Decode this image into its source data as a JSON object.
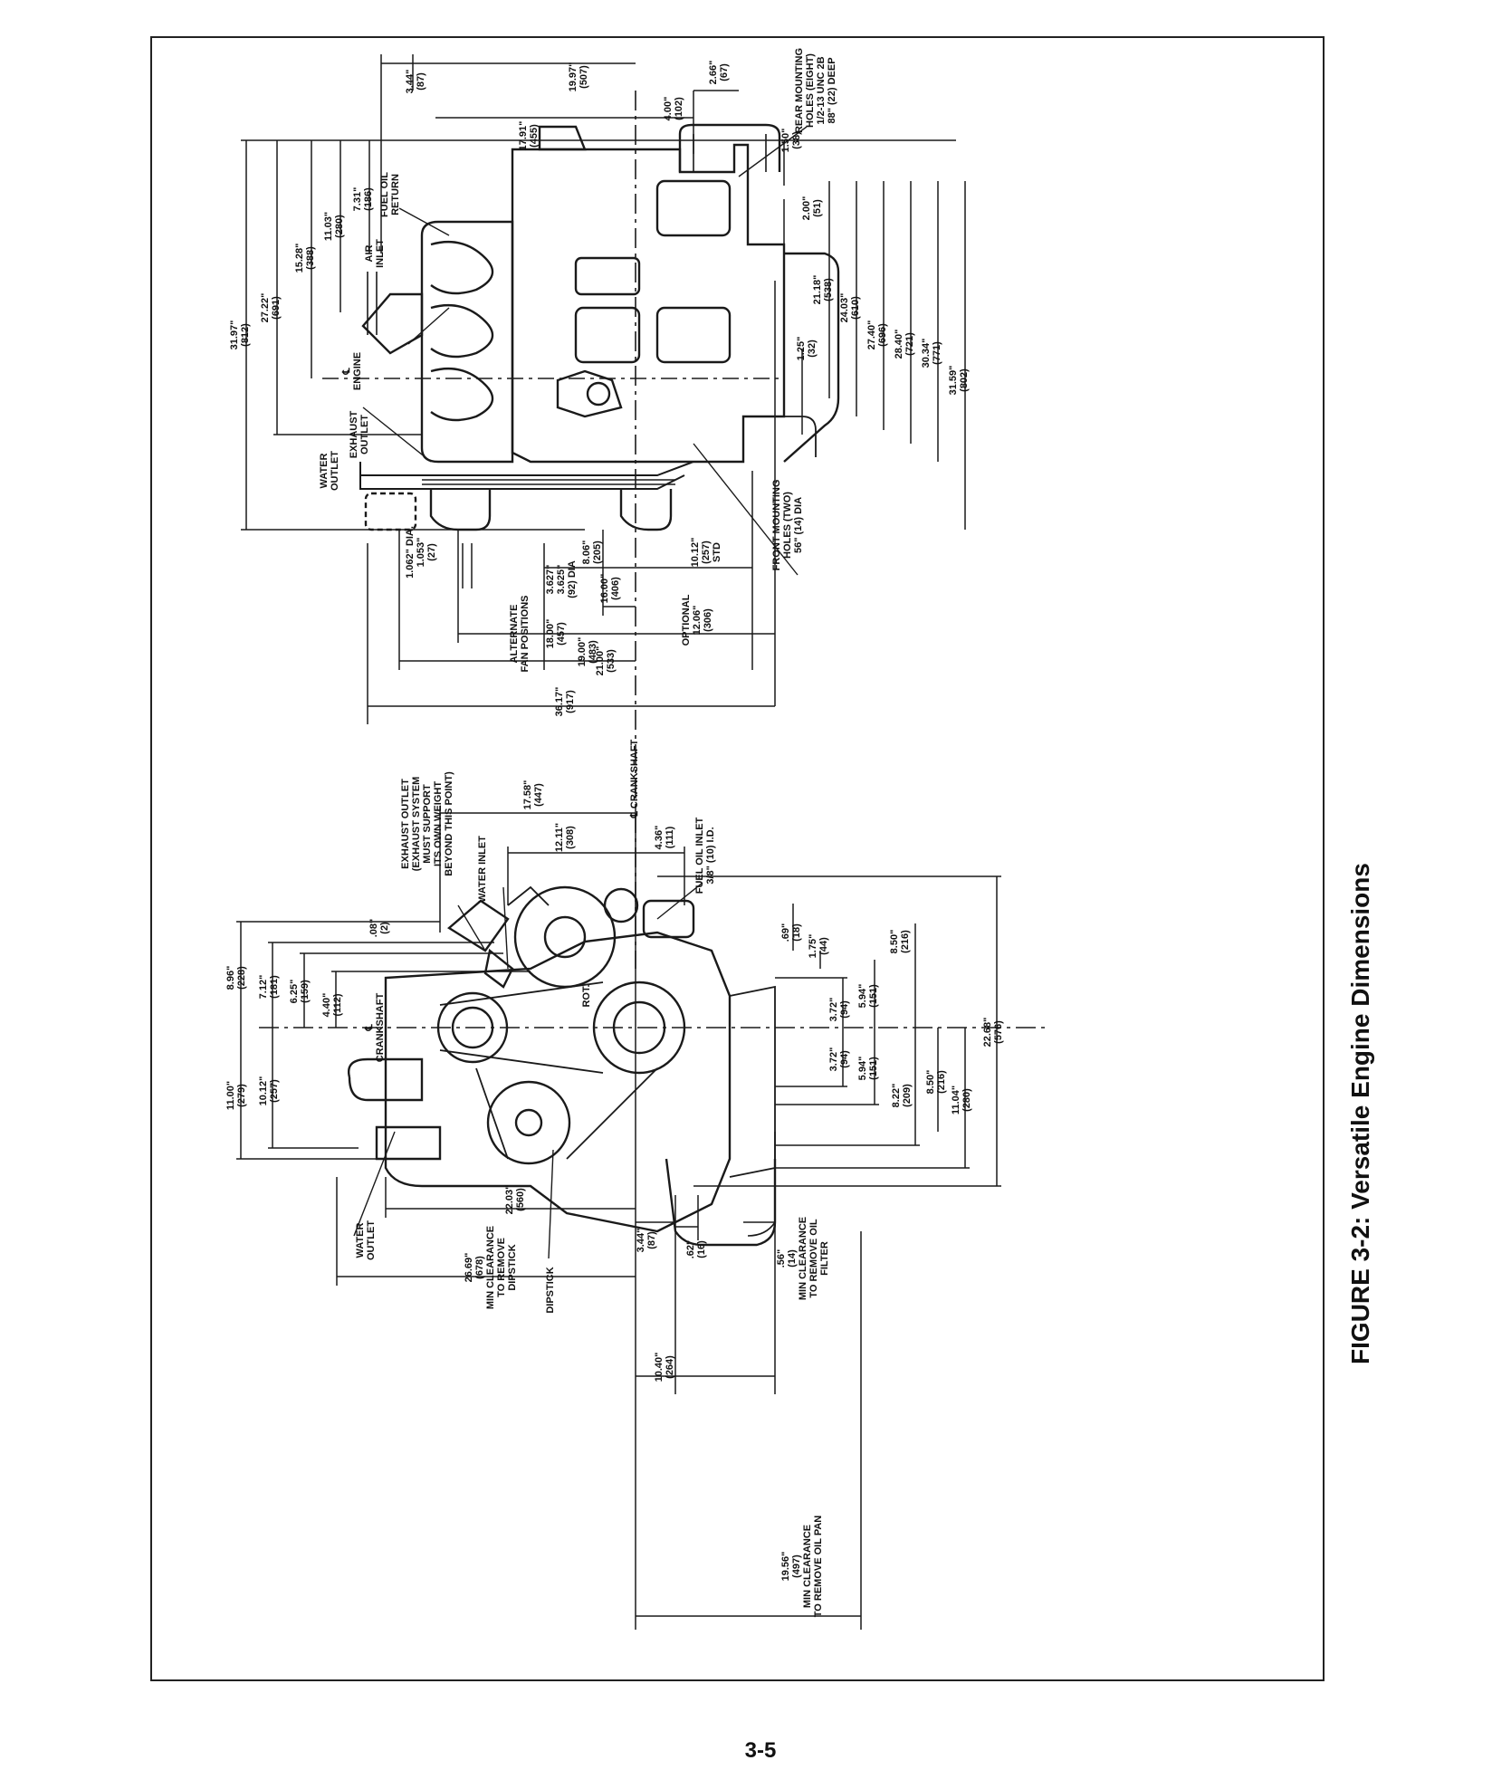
{
  "figure": {
    "caption": "FIGURE 3-2: Versatile Engine Dimensions",
    "page_number": "3-5"
  },
  "side_view": {
    "top_dimensions": [
      {
        "v": "3.44\"",
        "m": "(87)"
      },
      {
        "v": "19.97\"",
        "m": "(507)"
      },
      {
        "v": "17.91\"",
        "m": "(455)"
      },
      {
        "v": "4.00\"",
        "m": "(102)"
      },
      {
        "v": "2.66\"",
        "m": "(67)"
      }
    ],
    "left_dimensions": [
      {
        "v": "31.97\"",
        "m": "(812)"
      },
      {
        "v": "27.22\"",
        "m": "(691)"
      },
      {
        "v": "15.28\"",
        "m": "(388)"
      },
      {
        "v": "11.03\"",
        "m": "(280)"
      },
      {
        "v": "7.31\"",
        "m": "(186)"
      }
    ],
    "right_dimensions": [
      {
        "v": "1.50\"",
        "m": "(38)"
      },
      {
        "v": "2.00\"",
        "m": "(51)"
      },
      {
        "v": "21.18\"",
        "m": "(538)"
      },
      {
        "v": "24.03\"",
        "m": "(610)"
      },
      {
        "v": "27.40\"",
        "m": "(696)"
      },
      {
        "v": "28.40\"",
        "m": "(721)"
      },
      {
        "v": "30.34\"",
        "m": "(771)"
      },
      {
        "v": "31.59\"",
        "m": "(802)"
      },
      {
        "v": "1.25\"",
        "m": "(32)"
      }
    ],
    "bottom_dimensions": [
      {
        "v": "8.06\"",
        "m": "(205)"
      },
      {
        "v": "10.12\"",
        "m": "(257)",
        "s": "STD"
      },
      {
        "v": "3.627\"",
        "m": "3.625\"",
        "s": "(92) DIA"
      },
      {
        "v": "16.00\"",
        "m": "(406)"
      },
      {
        "v": "18.00\"",
        "m": "(457)"
      },
      {
        "v": "19.00\"",
        "m": "(483)"
      },
      {
        "v": "21.00\"",
        "m": "(533)"
      },
      {
        "v": "36.17\"",
        "m": "(917)"
      }
    ],
    "optional": {
      "label": "OPTIONAL",
      "v": "12.06\"",
      "m": "(306)"
    },
    "fan_dia": {
      "line1": "1.062\" DIA.",
      "line2": "1.053\"",
      "line3": "(27)"
    },
    "labels": {
      "fuel_oil_return": [
        "FUEL OIL",
        "RETURN"
      ],
      "air_inlet": [
        "AIR",
        "INLET"
      ],
      "engine_cl": [
        "℄",
        "ENGINE"
      ],
      "exhaust_outlet": [
        "EXHAUST",
        "OUTLET"
      ],
      "water_outlet": [
        "WATER",
        "OUTLET"
      ],
      "rear_mounting": [
        "REAR MOUNTING",
        "HOLES (EIGHT)",
        "1/2-13 UNC 2B",
        "88\" (22) DEEP"
      ],
      "front_mounting": [
        "FRONT MOUNTING",
        "HOLES (TWO)",
        "56\" (14) DIA"
      ],
      "alternate_fan": [
        "ALTERNATE",
        "FAN POSITIONS"
      ],
      "crankshaft_cl": "℄ CRANKSHAFT"
    }
  },
  "front_view": {
    "top_dimensions": [
      {
        "v": "17.58\"",
        "m": "(447)"
      },
      {
        "v": "12.11\"",
        "m": "(308)"
      },
      {
        "v": "4.36\"",
        "m": "(111)"
      }
    ],
    "left_dimensions": [
      {
        "v": "8.96\"",
        "m": "(228)"
      },
      {
        "v": "7.12\"",
        "m": "(181)"
      },
      {
        "v": "6.25\"",
        "m": "(159)"
      },
      {
        "v": "4.40\"",
        "m": "(112)"
      },
      {
        "v": ".08\"",
        "m": "(2)"
      },
      {
        "v": "11.00\"",
        "m": "(279)"
      },
      {
        "v": "10.12\"",
        "m": "(257)"
      }
    ],
    "right_dimensions": [
      {
        "v": ".69\"",
        "m": "(18)"
      },
      {
        "v": "1.75\"",
        "m": "(44)"
      },
      {
        "v": "8.50\"",
        "m": "(216)"
      },
      {
        "v": "3.72\"",
        "m": "(94)"
      },
      {
        "v": "5.94\"",
        "m": "(151)"
      },
      {
        "v": "22.68\"",
        "m": "(576)"
      },
      {
        "v": "3.72\"",
        "m": "(94)"
      },
      {
        "v": "5.94\"",
        "m": "(151)"
      },
      {
        "v": "8.22\"",
        "m": "(209)"
      },
      {
        "v": "8.50\"",
        "m": "(216)"
      },
      {
        "v": "11.04\"",
        "m": "(280)"
      }
    ],
    "bottom_dimensions": [
      {
        "v": "22.03\"",
        "m": "(560)"
      },
      {
        "v": "26.69\"",
        "m": "(678)",
        "n": "MIN CLEARANCE",
        "n2": "TO REMOVE",
        "n3": "DIPSTICK"
      },
      {
        "v": "3.44\"",
        "m": "(87)"
      },
      {
        "v": ".62\"",
        "m": "(16)"
      },
      {
        "v": ".56\"",
        "m": "(14)",
        "n": "MIN CLEARANCE",
        "n2": "TO REMOVE OIL",
        "n3": "FILTER"
      },
      {
        "v": "10.40\"",
        "m": "(264)"
      },
      {
        "v": "19.56\"",
        "m": "(497)",
        "n": "MIN CLEARANCE",
        "n2": "TO REMOVE OIL PAN"
      }
    ],
    "labels": {
      "exhaust_outlet_note": [
        "EXHAUST OUTLET",
        "(EXHAUST SYSTEM",
        "MUST SUPPORT",
        "ITS OWN WEIGHT",
        "BEYOND THIS POINT)"
      ],
      "water_inlet": "WATER INLET",
      "fuel_oil_inlet": [
        "FUEL OIL INLET",
        "3/8\" (10) I.D."
      ],
      "crankshaft": [
        "℄",
        "CRANKSHAFT"
      ],
      "rot": "ROT.",
      "water_outlet": [
        "WATER",
        "OUTLET"
      ],
      "dipstick": "DIPSTICK"
    }
  }
}
